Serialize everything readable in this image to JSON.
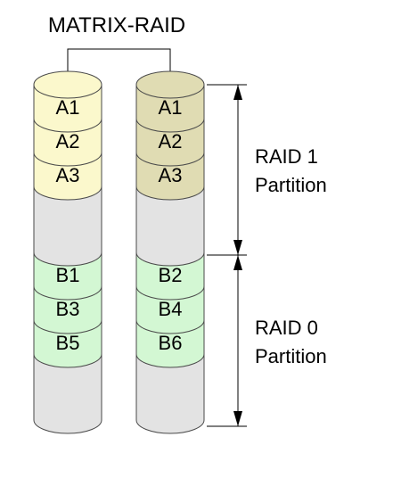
{
  "title": "MATRIX-RAID",
  "colors": {
    "disk1_raid1": "#fbf8cc",
    "disk2_raid1": "#e0dcb3",
    "empty": "#e3e3e3",
    "raid0": "#d3f7d3",
    "stroke": "#4a4a4a"
  },
  "disks": [
    {
      "raid1_segments": [
        "A1",
        "A2",
        "A3"
      ],
      "raid0_segments": [
        "B1",
        "B3",
        "B5"
      ]
    },
    {
      "raid1_segments": [
        "A1",
        "A2",
        "A3"
      ],
      "raid0_segments": [
        "B2",
        "B4",
        "B6"
      ]
    }
  ],
  "partitions": [
    {
      "line1": "RAID 1",
      "line2": "Partition"
    },
    {
      "line1": "RAID 0",
      "line2": "Partition"
    }
  ]
}
